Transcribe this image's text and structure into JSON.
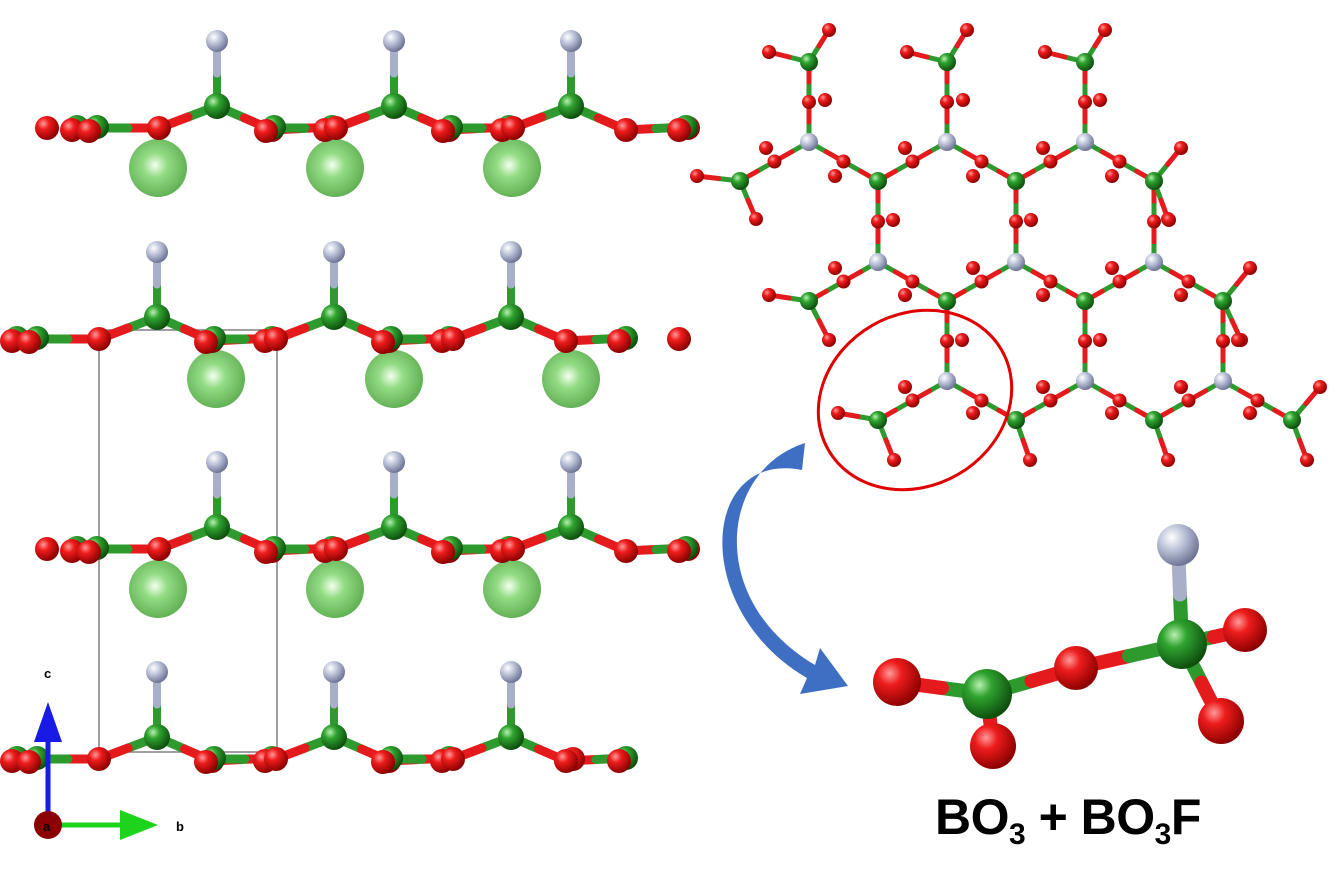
{
  "axes": {
    "c_label": "c",
    "a_label": "a",
    "b_label": "b"
  },
  "formula": {
    "part1": "BO",
    "sub1": "3",
    "plus": " + ",
    "part2": "BO",
    "sub2": "3",
    "part3": "F"
  },
  "colors": {
    "oxygen": "#e41a1c",
    "boron": "#2e9a2e",
    "fluorine": "#a8afc9",
    "cation": "#7fd070",
    "highlight": "#e00000",
    "arrow": "#3f6fc2",
    "axis_c": "#1a1ae6",
    "axis_b": "#1bd41b",
    "axis_a": "#8b0000"
  }
}
